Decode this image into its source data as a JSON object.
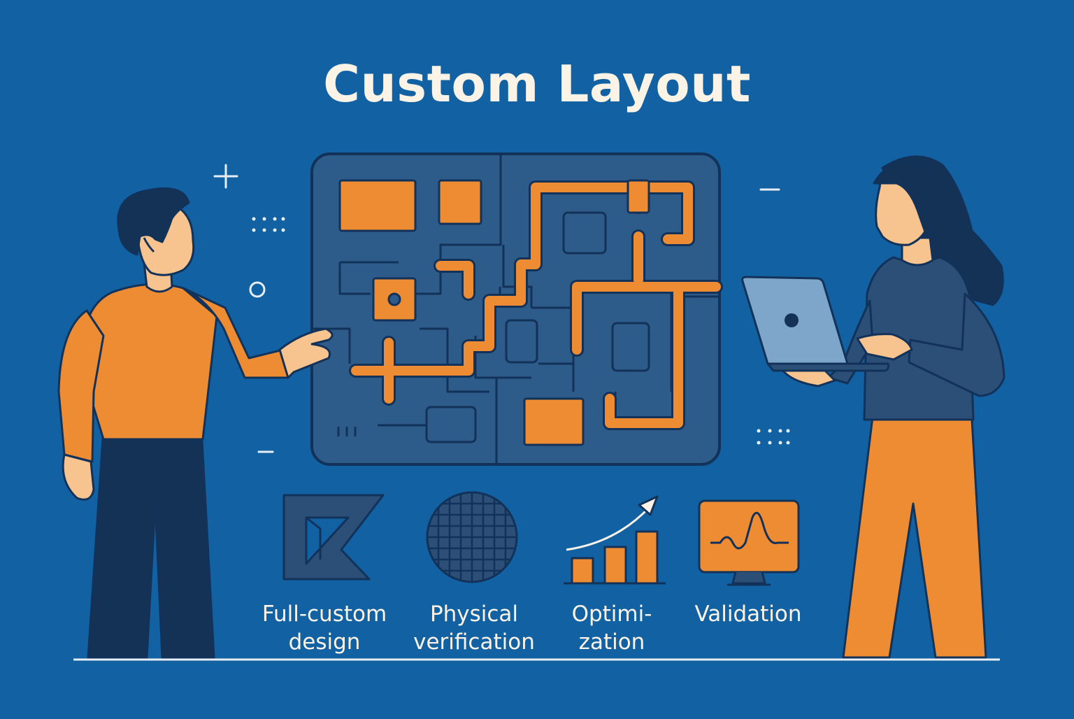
{
  "title": "Custom Layout",
  "features": [
    {
      "line1": "Full-custom",
      "line2": "design",
      "icon": "set-square-icon"
    },
    {
      "line1": "Physical",
      "line2": "verification",
      "icon": "wafer-icon"
    },
    {
      "line1": "Optimi-",
      "line2": "zation",
      "icon": "bar-chart-growth-icon"
    },
    {
      "line1": "Validation",
      "line2": "",
      "icon": "monitor-waveform-icon"
    }
  ],
  "colors": {
    "background": "#1262a3",
    "panel": "#2d5b8a",
    "accent": "#ee8c33",
    "outline": "#12325a",
    "text": "#fbf3e6"
  }
}
